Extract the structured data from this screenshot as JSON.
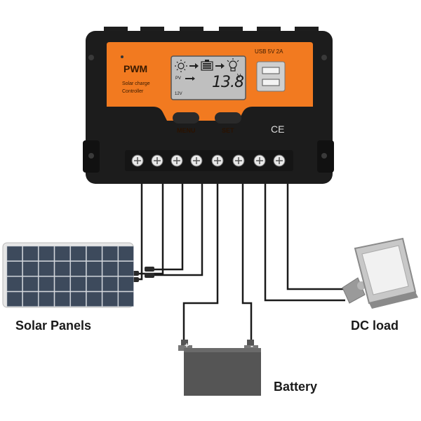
{
  "labels": {
    "solar_panels": "Solar Panels",
    "battery": "Battery",
    "dc_load": "DC load"
  },
  "controller": {
    "brand": "PWM",
    "subtitle_line1": "Solar charge",
    "subtitle_line2": "Controller",
    "usb_label": "USB  5V  2A",
    "display_value": "13.8",
    "display_unit": "V",
    "pv_label": "PV",
    "battery_voltage_label": "12V",
    "menu_label": "MENU",
    "set_label": "SET",
    "certification": "CE"
  },
  "battery_terminals": {
    "positive": "+",
    "negative": "-"
  },
  "colors": {
    "orange": "#f27a20",
    "housing": "#1c1c1c",
    "lcd": "#bfbfbf",
    "panel_cell": "#3d4a5c",
    "battery_body": "#555555"
  }
}
